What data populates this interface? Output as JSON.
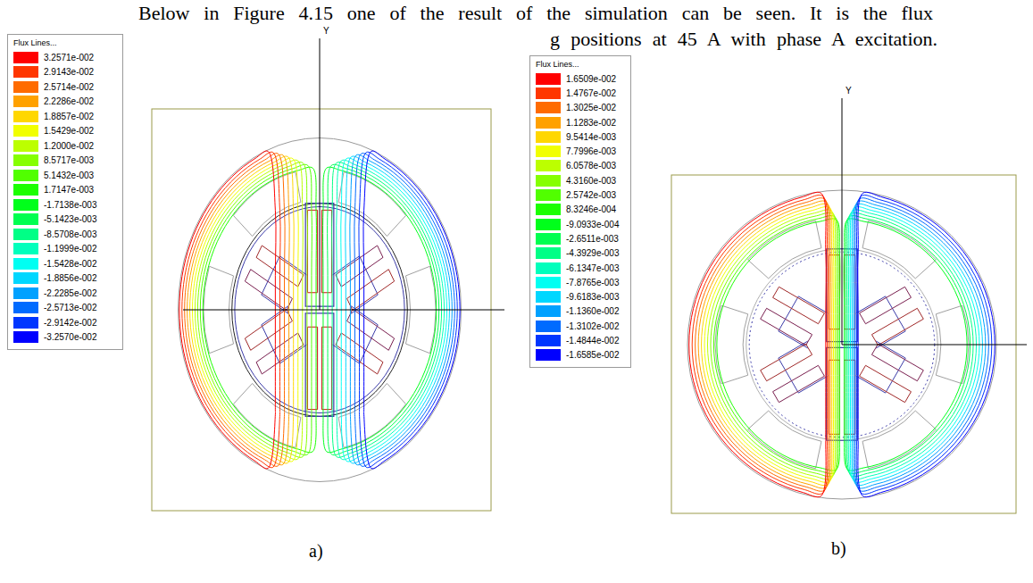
{
  "diagram": {
    "labels": [
      "Below in Figure 4.15 one of the result of the simulation can be seen. It is the flux",
      "g positions at 45 A with phase A excitation.",
      "Flux Lines...",
      "Flux Lines...",
      "Y",
      "Y",
      "a)",
      "b)"
    ],
    "legend": [
      {
        "text": "3.2571e-002",
        "color": "#ff0000"
      },
      {
        "text": "2.9143e-002",
        "color": "#ff3600"
      },
      {
        "text": "2.5714e-002",
        "color": "#ff6b00"
      },
      {
        "text": "2.2286e-002",
        "color": "#ffa100"
      },
      {
        "text": "1.8857e-002",
        "color": "#ffd700"
      },
      {
        "text": "1.5429e-002",
        "color": "#f1ff00"
      },
      {
        "text": "1.2000e-002",
        "color": "#bcff00"
      },
      {
        "text": "8.5717e-003",
        "color": "#86ff00"
      },
      {
        "text": "5.1432e-003",
        "color": "#51ff00"
      },
      {
        "text": "1.7147e-003",
        "color": "#1bff00"
      },
      {
        "text": "-1.7138e-003",
        "color": "#00ff1b"
      },
      {
        "text": "-5.1423e-003",
        "color": "#00ff50"
      },
      {
        "text": "-8.5708e-003",
        "color": "#00ff86"
      },
      {
        "text": "-1.1999e-002",
        "color": "#00ffbc"
      },
      {
        "text": "-1.5428e-002",
        "color": "#00fff2"
      },
      {
        "text": "-1.8856e-002",
        "color": "#00d7ff"
      },
      {
        "text": "-2.2285e-002",
        "color": "#00a1ff"
      },
      {
        "text": "-2.5713e-002",
        "color": "#006bff"
      },
      {
        "text": "-2.9142e-002",
        "color": "#0036ff"
      },
      {
        "text": "-3.2570e-002",
        "color": "#0000ff"
      },
      {
        "text": "1.6509e-002",
        "color": "#ff0000"
      },
      {
        "text": "1.4767e-002",
        "color": "#ff3600"
      },
      {
        "text": "1.3025e-002",
        "color": "#ff6b00"
      },
      {
        "text": "1.1283e-002",
        "color": "#ffa100"
      },
      {
        "text": "9.5414e-003",
        "color": "#ffd700"
      },
      {
        "text": "7.7996e-003",
        "color": "#f1ff00"
      },
      {
        "text": "6.0578e-003",
        "color": "#bcff00"
      },
      {
        "text": "4.3160e-003",
        "color": "#86ff00"
      },
      {
        "text": "2.5742e-003",
        "color": "#51ff00"
      },
      {
        "text": "8.3246e-004",
        "color": "#1bff00"
      },
      {
        "text": "-9.0933e-004",
        "color": "#00ff1b"
      },
      {
        "text": "-2.6511e-003",
        "color": "#00ff50"
      },
      {
        "text": "-4.3929e-003",
        "color": "#00ff86"
      },
      {
        "text": "-6.1347e-003",
        "color": "#00ffbc"
      },
      {
        "text": "-7.8765e-003",
        "color": "#00fff2"
      },
      {
        "text": "-9.6183e-003",
        "color": "#00d7ff"
      },
      {
        "text": "-1.1360e-002",
        "color": "#00a1ff"
      },
      {
        "text": "-1.3102e-002",
        "color": "#006bff"
      },
      {
        "text": "-1.4844e-002",
        "color": "#0036ff"
      },
      {
        "text": "-1.6585e-002",
        "color": "#0000ff"
      }
    ]
  }
}
